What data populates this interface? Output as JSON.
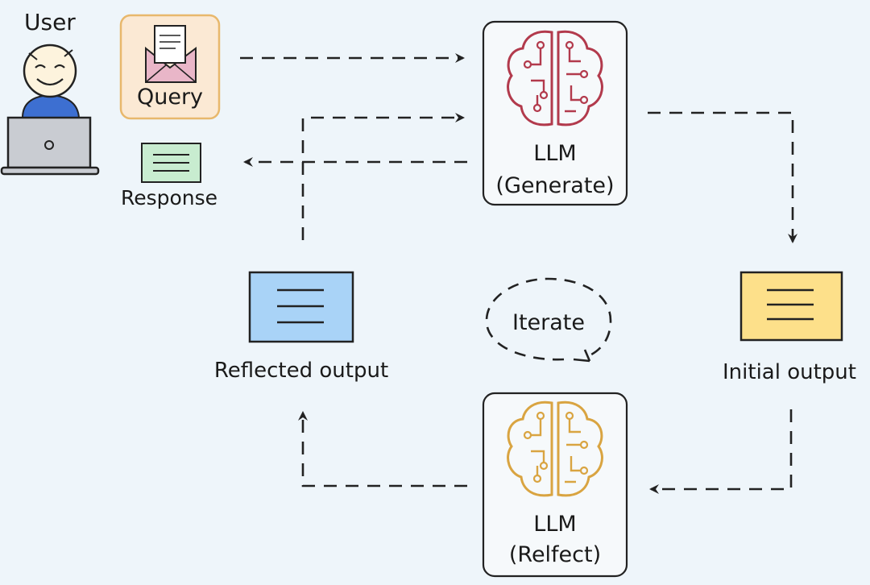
{
  "user": {
    "label": "User"
  },
  "query": {
    "label": "Query"
  },
  "response": {
    "label": "Response"
  },
  "llm_generate": {
    "line1": "LLM",
    "line2": "(Generate)"
  },
  "llm_reflect": {
    "line1": "LLM",
    "line2": "(Relfect)"
  },
  "initial_output": {
    "label": "Initial output"
  },
  "reflected_output": {
    "label": "Reflected output"
  },
  "iterate": {
    "label": "Iterate"
  },
  "colors": {
    "background": "#eef5fa",
    "query_card": "#fbe9d4",
    "query_border": "#e8b86c",
    "envelope": "#e9b6c8",
    "response_note": "#c8ecd0",
    "reflected_note": "#a9d3f7",
    "initial_note": "#fde08a",
    "brain_generate": "#b23a4c",
    "brain_reflect": "#d9a441",
    "user_body": "#3d6fd1",
    "line": "#222222"
  },
  "icons": [
    "user-icon",
    "laptop-icon",
    "envelope-icon",
    "document-icon",
    "brain-circuit-icon"
  ]
}
